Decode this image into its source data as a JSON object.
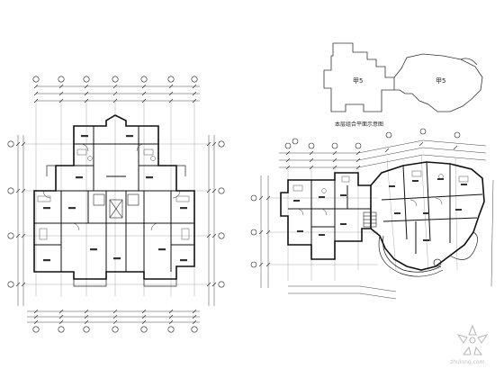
{
  "key_plan": {
    "unit_left": "甲5",
    "unit_right": "甲5",
    "caption": "本层组合平面示意图"
  },
  "watermark": {
    "text": "zhulong.com"
  }
}
